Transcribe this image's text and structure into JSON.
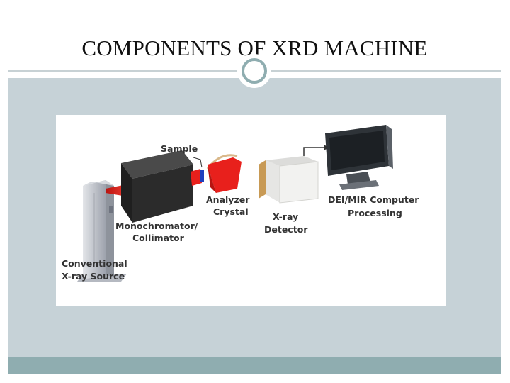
{
  "slide": {
    "title": "COMPONENTS OF XRD MACHINE"
  },
  "diagram": {
    "labels": {
      "sample": "Sample",
      "analyzer_line1": "Analyzer",
      "analyzer_line2": "Crystal",
      "mono_line1": "Monochromator/",
      "mono_line2": "Collimator",
      "detector_line1": "X-ray",
      "detector_line2": "Detector",
      "computer_line1": "DEI/MIR Computer",
      "computer_line2": "Processing",
      "source_line1": "Conventional",
      "source_line2": "X-ray Source"
    },
    "colors": {
      "beam": "#e8201c",
      "mono_box": "#2b2b2b",
      "source": "#c9ccd2",
      "detector_body": "#f2f2f0",
      "detector_face": "#c89a55",
      "monitor": "#2e3338",
      "sample_holder": "#1f3fbf"
    }
  }
}
